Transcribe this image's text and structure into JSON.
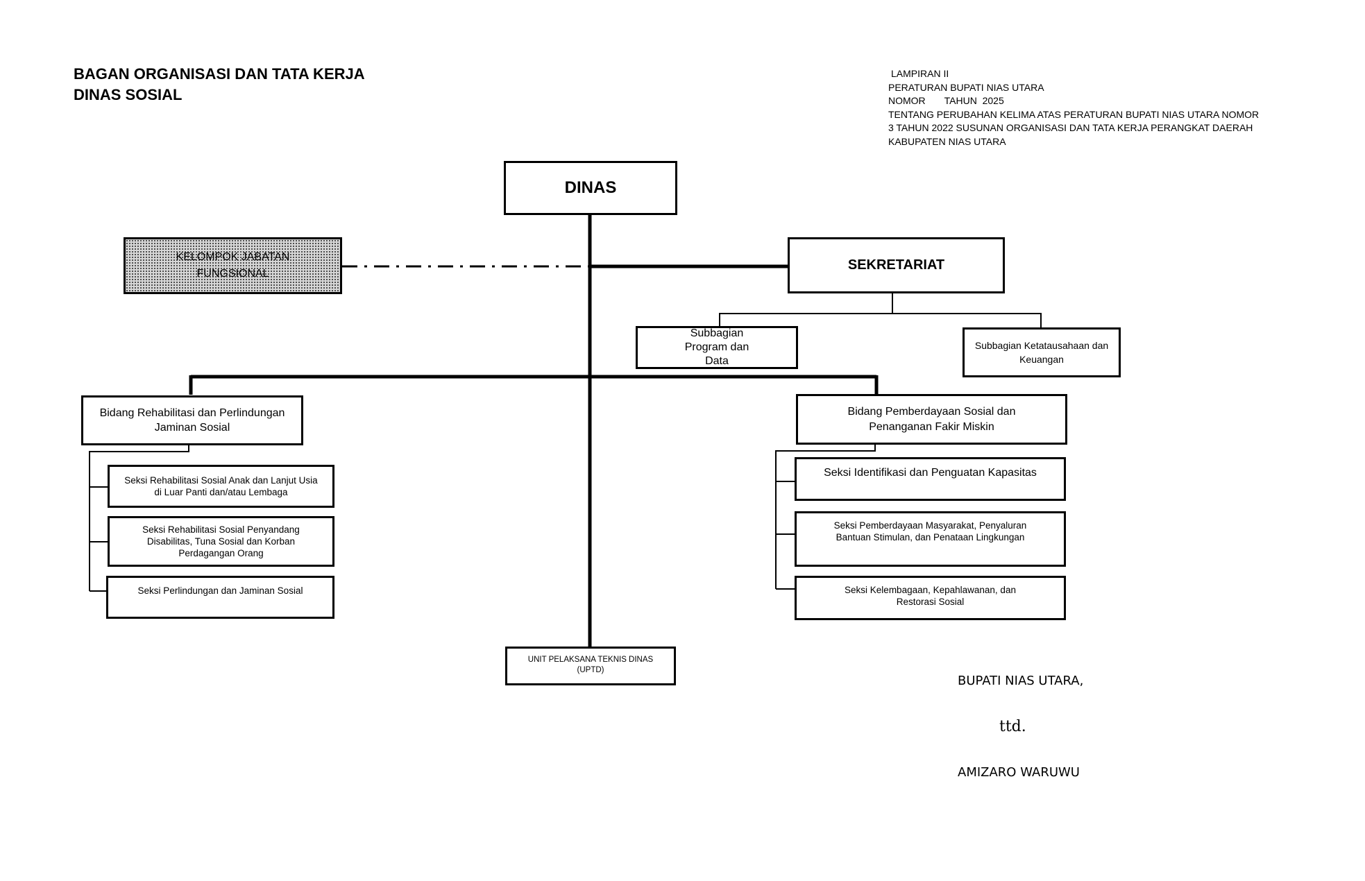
{
  "header": {
    "title_line1": "BAGAN ORGANISASI DAN TATA KERJA",
    "title_line2": "DINAS SOSIAL"
  },
  "lampiran": [
    "LAMPIRAN  II",
    "PERATURAN BUPATI  NIAS  UTARA",
    "NOMOR       TAHUN  2025",
    "TENTANG PERUBAHAN KELIMA ATAS PERATURAN BUPATI NIAS UTARA NOMOR",
    "3 TAHUN 2022 SUSUNAN ORGANISASI DAN TATA KERJA PERANGKAT DAERAH",
    "KABUPATEN NIAS UTARA"
  ],
  "org": {
    "dinas": "DINAS",
    "kelompok": "KELOMPOK JABATAN FUNGSIONAL",
    "sekretariat": "SEKRETARIAT",
    "subbagian_program": "Subbagian Program dan Data",
    "subbagian_keuangan": "Subbagian Ketatausahaan dan Keuangan",
    "bidang_rehab": "Bidang Rehabilitasi dan Perlindungan Jaminan Sosial",
    "seksi_rehab_anak": "Seksi Rehabilitasi Sosial Anak dan Lanjut Usia di Luar Panti dan/atau Lembaga",
    "seksi_rehab_disabilitas": "Seksi  Rehabilitasi Sosial Penyandang Disabilitas, Tuna Sosial dan Korban Perdagangan Orang",
    "seksi_perlindungan": "Seksi Perlindungan dan Jaminan Sosial",
    "bidang_pemberdayaan": "Bidang Pemberdayaan Sosial dan Penanganan Fakir Miskin",
    "seksi_identifikasi": "Seksi Identifikasi dan Penguatan Kapasitas",
    "seksi_pemberdayaan_masyarakat": "Seksi Pemberdayaan Masyarakat, Penyaluran Bantuan Stimulan, dan Penataan Lingkungan",
    "seksi_kelembagaan": "Seksi Kelembagaan, Kepahlawanan, dan Restorasi Sosial",
    "uptd": "UNIT PELAKSANA TEKNIS DINAS (UPTD)"
  },
  "signature": {
    "title": "BUPATI NIAS UTARA,",
    "ttd": "ttd.",
    "name": "AMIZARO WARUWU"
  }
}
